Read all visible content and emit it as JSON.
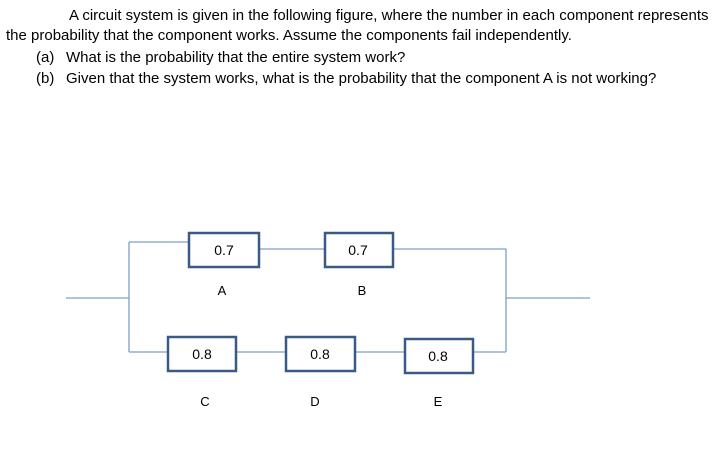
{
  "problem": {
    "intro": "A circuit system is given in the following figure, where the number in each component represents the probability that the component works. Assume the components fail independently.",
    "questions": [
      {
        "marker": "(a)",
        "text": "What is the probability that the entire system work?"
      },
      {
        "marker": "(b)",
        "text": "Given that the system works, what is the probability that the component A is not working?"
      }
    ]
  },
  "circuit": {
    "components": [
      {
        "id": "A",
        "label": "A",
        "probability": "0.7"
      },
      {
        "id": "B",
        "label": "B",
        "probability": "0.7"
      },
      {
        "id": "C",
        "label": "C",
        "probability": "0.8"
      },
      {
        "id": "D",
        "label": "D",
        "probability": "0.8"
      },
      {
        "id": "E",
        "label": "E",
        "probability": "0.8"
      }
    ]
  }
}
